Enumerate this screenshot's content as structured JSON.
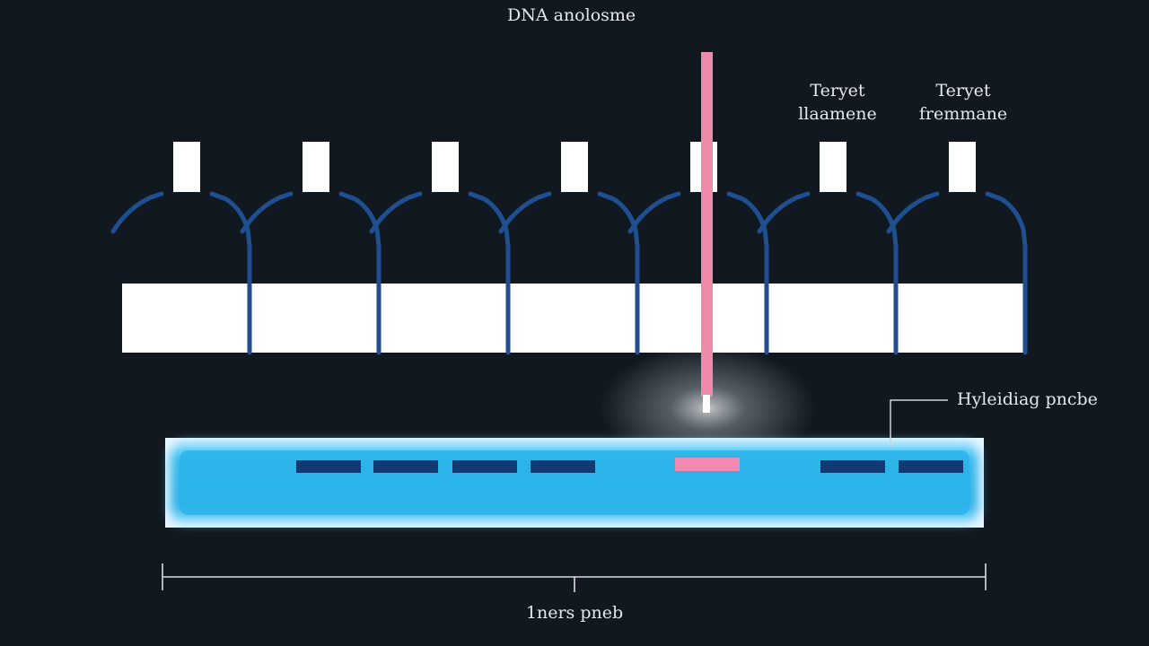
{
  "labels": {
    "dna_probe": "DNA anolosme",
    "target_1_line1": "Teryet",
    "target_1_line2": "llaamene",
    "target_2_line1": "Teryet",
    "target_2_line2": "fremmane",
    "hybridizing_probe": "Hyleidiag pncbe",
    "scale_label": "1ners pneb"
  },
  "colors": {
    "background": "#111820",
    "bottle_outline": "#1f4f8f",
    "block": "#ffffff",
    "probe": "#ee8aaa",
    "gel_glow": "#22b3e8",
    "gel_core": "#3cc4f0",
    "band": "#123a72",
    "highlight_band": "#f08ab0",
    "scale_line": "#dddddd"
  },
  "diagram": {
    "bottle_count": 7,
    "gel_band_count": 7,
    "highlighted_band_index": 4
  }
}
